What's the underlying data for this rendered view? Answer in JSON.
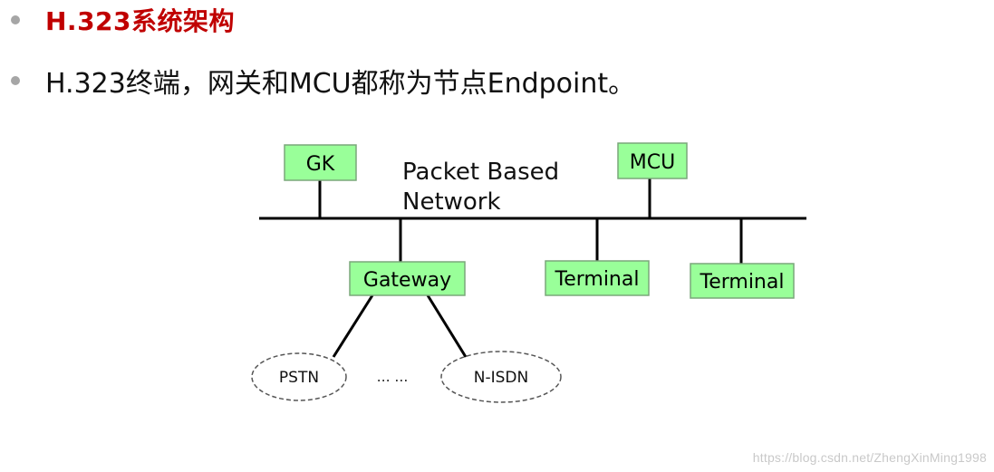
{
  "slide": {
    "heading": "H.323系统架构",
    "line": "H.323终端，网关和MCU都称为节点Endpoint。"
  },
  "diagram": {
    "network_label_line1": "Packet Based",
    "network_label_line2": "Network",
    "nodes": {
      "gk": "GK",
      "mcu": "MCU",
      "gateway": "Gateway",
      "terminal_1": "Terminal",
      "terminal_2": "Terminal"
    },
    "clouds": {
      "pstn": "PSTN",
      "ellipsis": "…  …",
      "nisdn": "N-ISDN"
    }
  },
  "watermark": "https://blog.csdn.net/ZhengXinMing1998",
  "colors": {
    "heading": "#c00000",
    "node_fill": "#99ff99",
    "node_border": "#7aa77a",
    "bullet": "#a6a6a6",
    "line": "#000000"
  }
}
